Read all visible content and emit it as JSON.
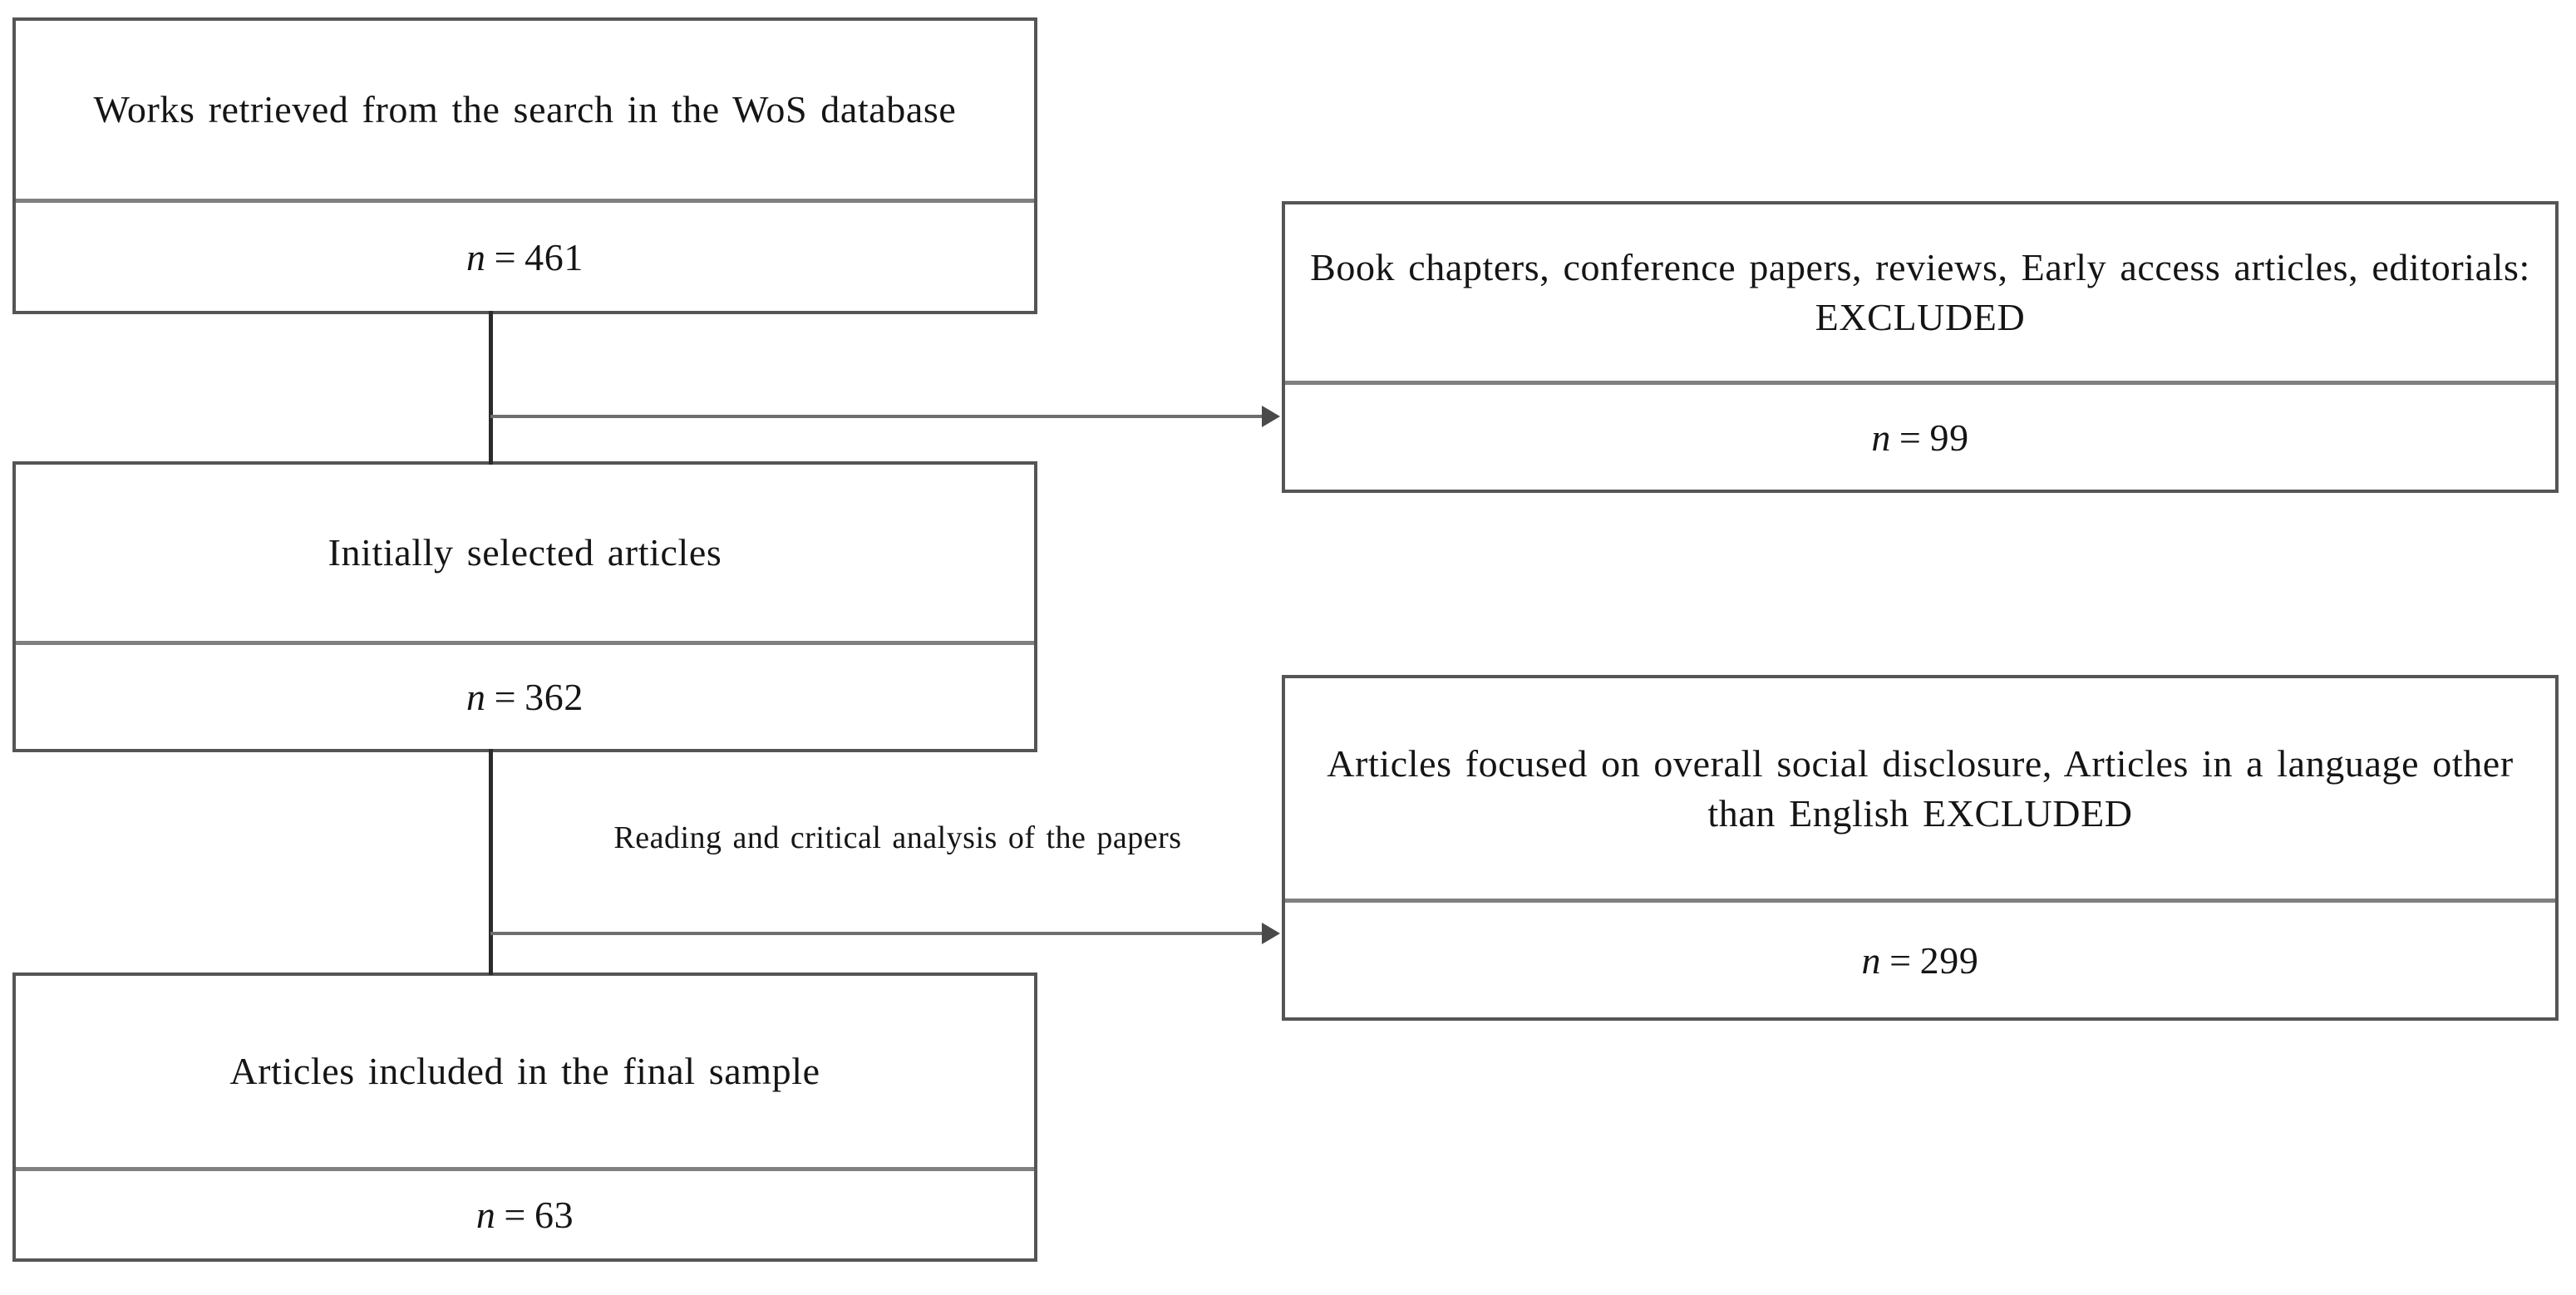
{
  "diagram": {
    "type": "prisma-flow-diagram",
    "count_symbol": "n",
    "equals_sign": "=",
    "boxes": [
      {
        "id": "records-identified",
        "label": "Works retrieved from the search in the WoS database",
        "count": "461"
      },
      {
        "id": "records-excluded-type",
        "label": "Book chapters, conference papers, reviews, Early access articles, editorials: EXCLUDED",
        "count": "99"
      },
      {
        "id": "records-screened",
        "label": "Initially selected articles",
        "count": "362"
      },
      {
        "id": "records-excluded-scope",
        "label": "Articles focused on overall social disclosure, Articles in a language other than English EXCLUDED",
        "count": "299"
      },
      {
        "id": "records-included",
        "label": "Articles included in the final sample",
        "count": "63"
      }
    ],
    "connector_label": "Reading and critical analysis of the papers"
  }
}
